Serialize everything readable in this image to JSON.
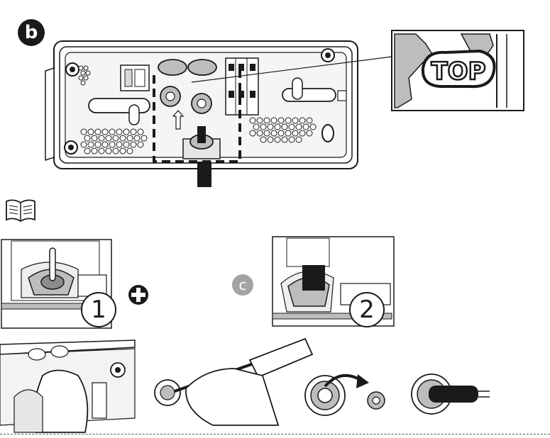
{
  "step_b": {
    "label": "b"
  },
  "zoom_callout": {
    "label": "TOP"
  },
  "step_c": {
    "label": "c"
  },
  "steps": [
    {
      "label": "1"
    },
    {
      "label": "2"
    }
  ],
  "icons": {
    "manual": "book-icon",
    "plus": "plus-icon",
    "arrow": "arrow-up-icon",
    "rotate": "curved-arrow-icon"
  },
  "colors": {
    "badge_b": "#1a1a1a",
    "badge_c": "#a3a3a3",
    "line": "#1a1a1a",
    "shade": "#bdbdbd"
  }
}
